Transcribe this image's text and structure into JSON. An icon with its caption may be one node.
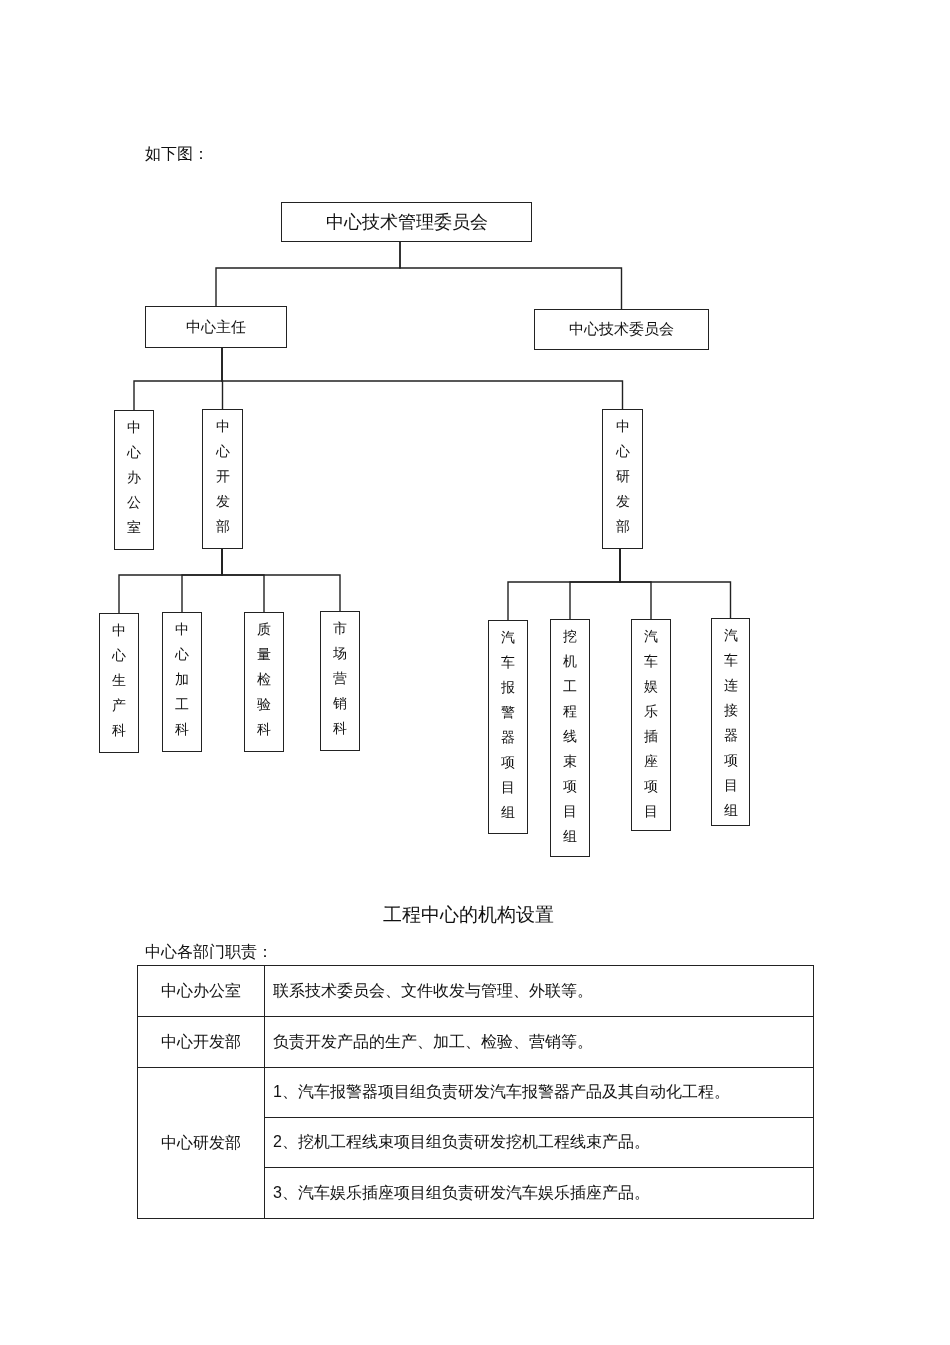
{
  "diagram": {
    "caption": "工程中心的机构设置",
    "nodes": [
      {
        "text": [
          "中心技术管理委员会"
        ]
      },
      {
        "text": [
          "中心主任"
        ]
      },
      {
        "text": [
          "中心技术委员会"
        ]
      },
      {
        "text": [
          "中心办公室"
        ]
      },
      {
        "text": [
          "中心开发部"
        ]
      },
      {
        "text": [
          "中心研发部"
        ]
      },
      {
        "text": [
          "中心生产科"
        ]
      },
      {
        "text": [
          "中心加工科"
        ]
      },
      {
        "text": [
          "质量检验科"
        ]
      },
      {
        "text": [
          "市场营销科"
        ]
      },
      {
        "text": [
          "汽车报警器项目组"
        ]
      },
      {
        "text": [
          "挖机工程线束项目组"
        ]
      },
      {
        "text": [
          "汽车娱乐插座项目"
        ]
      },
      {
        "text": [
          "汽车连接器项目组"
        ]
      }
    ],
    "edges": [
      {
        "from": 0,
        "to": 1,
        "arrow": "none"
      },
      {
        "from": 0,
        "to": 2,
        "arrow": "none"
      },
      {
        "from": 1,
        "to": 3,
        "arrow": "none"
      },
      {
        "from": 1,
        "to": 4,
        "arrow": "none"
      },
      {
        "from": 1,
        "to": 5,
        "arrow": "none"
      },
      {
        "from": 4,
        "to": 6,
        "arrow": "none"
      },
      {
        "from": 4,
        "to": 7,
        "arrow": "none"
      },
      {
        "from": 4,
        "to": 8,
        "arrow": "none"
      },
      {
        "from": 4,
        "to": 9,
        "arrow": "none"
      },
      {
        "from": 5,
        "to": 10,
        "arrow": "none"
      },
      {
        "from": 5,
        "to": 11,
        "arrow": "none"
      },
      {
        "from": 5,
        "to": 12,
        "arrow": "none"
      },
      {
        "from": 5,
        "to": 13,
        "arrow": "none"
      }
    ],
    "labels": [
      "如下图：",
      "中心各部门职责：",
      "中心办公室",
      "联系技术委员会、文件收发与管理、外联等。",
      "中心开发部",
      "负责开发产品的生产、加工、检验、营销等。",
      "中心研发部",
      "1、汽车报警器项目组负责研发汽车报警器产品及其自动化工程。",
      "2、挖机工程线束项目组负责研发挖机工程线束产品。",
      "3、汽车娱乐插座项目组负责研发汽车娱乐插座产品。"
    ]
  }
}
